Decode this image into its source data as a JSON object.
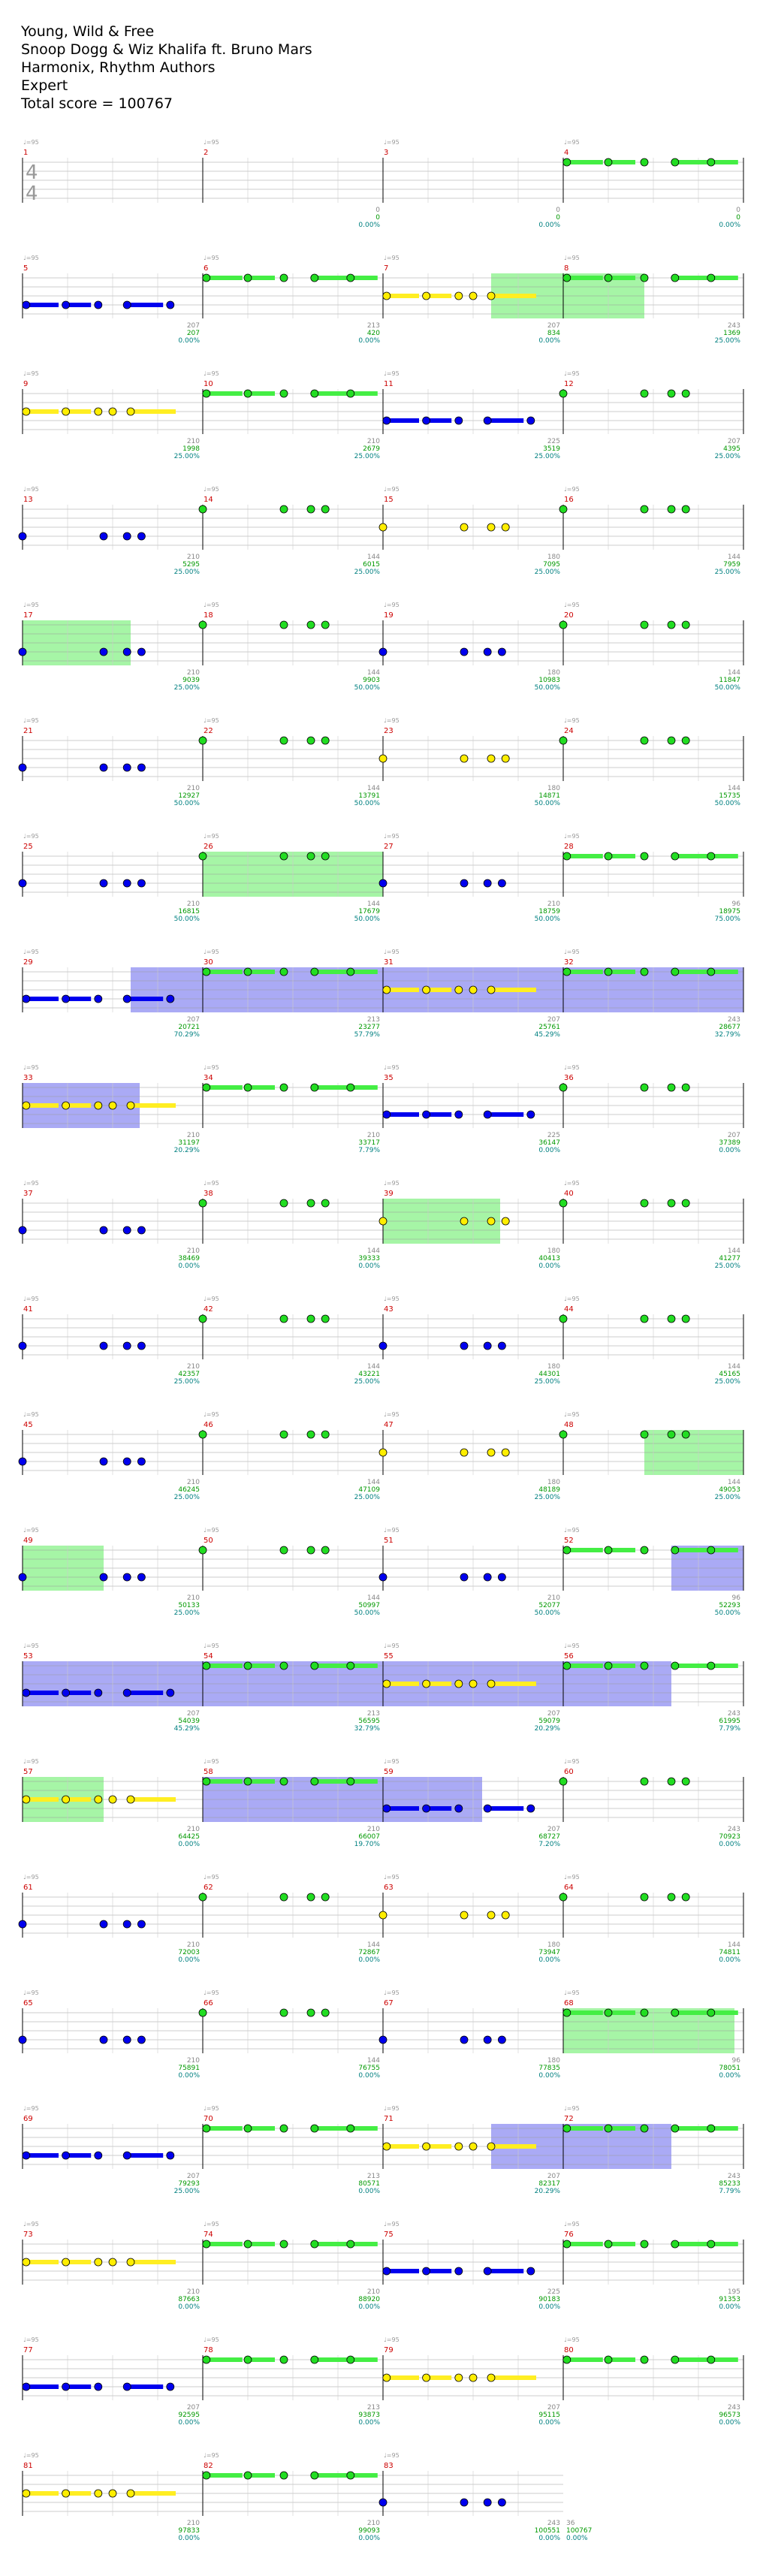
{
  "song": {
    "title": "Young, Wild & Free",
    "artist": "Snoop Dogg & Wiz Khalifa ft. Bruno Mars",
    "charter": "Harmonix, Rhythm Authors",
    "difficulty": "Expert",
    "total_score_label": "Total score = 100767"
  },
  "time_signature": {
    "top": "4",
    "bottom": "4"
  },
  "tempo_label": "♩=95",
  "colors": {
    "green": "#22dd22",
    "green_sustain": "#44ee44",
    "yellow": "#ffee00",
    "yellow_sustain": "#ffee22",
    "blue": "#0000ee",
    "orange": "#ff9900",
    "measure_number": "#cc0000",
    "score_text": "#000000",
    "percent_text": "#008080",
    "overdrive_fill": "#a6f5a6",
    "solo_fill": "#aaaaf5",
    "staff_line": "#999999"
  },
  "measures": [
    {
      "n": "1",
      "bpm": "",
      "score": "",
      "pct": ""
    },
    {
      "n": "2",
      "bpm": "0",
      "score": "0",
      "pct": "0.00%"
    },
    {
      "n": "3",
      "bpm": "0",
      "score": "0",
      "pct": "0.00%"
    },
    {
      "n": "4",
      "bpm": "0",
      "score": "0",
      "pct": "0.00%"
    },
    {
      "n": "5",
      "bpm": "207",
      "score": "207",
      "pct": "0.00%"
    },
    {
      "n": "6",
      "bpm": "213",
      "score": "420",
      "pct": "0.00%"
    },
    {
      "n": "7",
      "bpm": "207",
      "score": "834",
      "pct": "0.00%"
    },
    {
      "n": "8",
      "bpm": "243",
      "score": "1369",
      "pct": "25.00%"
    },
    {
      "n": "9",
      "bpm": "210",
      "score": "1998",
      "pct": "25.00%"
    },
    {
      "n": "10",
      "bpm": "210",
      "score": "2679",
      "pct": "25.00%"
    },
    {
      "n": "11",
      "bpm": "225",
      "score": "3519",
      "pct": "25.00%"
    },
    {
      "n": "12",
      "bpm": "207",
      "score": "4395",
      "pct": "25.00%"
    },
    {
      "n": "13",
      "bpm": "210",
      "score": "5295",
      "pct": "25.00%"
    },
    {
      "n": "14",
      "bpm": "144",
      "score": "6015",
      "pct": "25.00%"
    },
    {
      "n": "15",
      "bpm": "180",
      "score": "7095",
      "pct": "25.00%"
    },
    {
      "n": "16",
      "bpm": "144",
      "score": "7959",
      "pct": "25.00%"
    },
    {
      "n": "17",
      "bpm": "210",
      "score": "9039",
      "pct": "25.00%"
    },
    {
      "n": "18",
      "bpm": "144",
      "score": "9903",
      "pct": "50.00%"
    },
    {
      "n": "19",
      "bpm": "180",
      "score": "10983",
      "pct": "50.00%"
    },
    {
      "n": "20",
      "bpm": "144",
      "score": "11847",
      "pct": "50.00%"
    },
    {
      "n": "21",
      "bpm": "210",
      "score": "12927",
      "pct": "50.00%"
    },
    {
      "n": "22",
      "bpm": "144",
      "score": "13791",
      "pct": "50.00%"
    },
    {
      "n": "23",
      "bpm": "180",
      "score": "14871",
      "pct": "50.00%"
    },
    {
      "n": "24",
      "bpm": "144",
      "score": "15735",
      "pct": "50.00%"
    },
    {
      "n": "25",
      "bpm": "210",
      "score": "16815",
      "pct": "50.00%"
    },
    {
      "n": "26",
      "bpm": "144",
      "score": "17679",
      "pct": "50.00%"
    },
    {
      "n": "27",
      "bpm": "210",
      "score": "18759",
      "pct": "50.00%"
    },
    {
      "n": "28",
      "bpm": "96",
      "score": "18975",
      "pct": "75.00%"
    },
    {
      "n": "29",
      "bpm": "207",
      "score": "20721",
      "pct": "70.29%"
    },
    {
      "n": "30",
      "bpm": "213",
      "score": "23277",
      "pct": "57.79%"
    },
    {
      "n": "31",
      "bpm": "207",
      "score": "25761",
      "pct": "45.29%"
    },
    {
      "n": "32",
      "bpm": "243",
      "score": "28677",
      "pct": "32.79%"
    },
    {
      "n": "33",
      "bpm": "210",
      "score": "31197",
      "pct": "20.29%"
    },
    {
      "n": "34",
      "bpm": "210",
      "score": "33717",
      "pct": "7.79%"
    },
    {
      "n": "35",
      "bpm": "225",
      "score": "36147",
      "pct": "0.00%"
    },
    {
      "n": "36",
      "bpm": "207",
      "score": "37389",
      "pct": "0.00%"
    },
    {
      "n": "37",
      "bpm": "210",
      "score": "38469",
      "pct": "0.00%"
    },
    {
      "n": "38",
      "bpm": "144",
      "score": "39333",
      "pct": "0.00%"
    },
    {
      "n": "39",
      "bpm": "180",
      "score": "40413",
      "pct": "0.00%"
    },
    {
      "n": "40",
      "bpm": "144",
      "score": "41277",
      "pct": "25.00%"
    },
    {
      "n": "41",
      "bpm": "210",
      "score": "42357",
      "pct": "25.00%"
    },
    {
      "n": "42",
      "bpm": "144",
      "score": "43221",
      "pct": "25.00%"
    },
    {
      "n": "43",
      "bpm": "180",
      "score": "44301",
      "pct": "25.00%"
    },
    {
      "n": "44",
      "bpm": "144",
      "score": "45165",
      "pct": "25.00%"
    },
    {
      "n": "45",
      "bpm": "210",
      "score": "46245",
      "pct": "25.00%"
    },
    {
      "n": "46",
      "bpm": "144",
      "score": "47109",
      "pct": "25.00%"
    },
    {
      "n": "47",
      "bpm": "180",
      "score": "48189",
      "pct": "25.00%"
    },
    {
      "n": "48",
      "bpm": "144",
      "score": "49053",
      "pct": "25.00%"
    },
    {
      "n": "49",
      "bpm": "210",
      "score": "50133",
      "pct": "25.00%"
    },
    {
      "n": "50",
      "bpm": "144",
      "score": "50997",
      "pct": "50.00%"
    },
    {
      "n": "51",
      "bpm": "210",
      "score": "52077",
      "pct": "50.00%"
    },
    {
      "n": "52",
      "bpm": "96",
      "score": "52293",
      "pct": "50.00%"
    },
    {
      "n": "53",
      "bpm": "207",
      "score": "54039",
      "pct": "45.29%"
    },
    {
      "n": "54",
      "bpm": "213",
      "score": "56595",
      "pct": "32.79%"
    },
    {
      "n": "55",
      "bpm": "207",
      "score": "59079",
      "pct": "20.29%"
    },
    {
      "n": "56",
      "bpm": "243",
      "score": "61995",
      "pct": "7.79%"
    },
    {
      "n": "57",
      "bpm": "210",
      "score": "64425",
      "pct": "0.00%"
    },
    {
      "n": "58",
      "bpm": "210",
      "score": "66007",
      "pct": "19.70%"
    },
    {
      "n": "59",
      "bpm": "207",
      "score": "68727",
      "pct": "7.20%"
    },
    {
      "n": "60",
      "bpm": "243",
      "score": "70923",
      "pct": "0.00%"
    },
    {
      "n": "61",
      "bpm": "210",
      "score": "72003",
      "pct": "0.00%"
    },
    {
      "n": "62",
      "bpm": "144",
      "score": "72867",
      "pct": "0.00%"
    },
    {
      "n": "63",
      "bpm": "180",
      "score": "73947",
      "pct": "0.00%"
    },
    {
      "n": "64",
      "bpm": "144",
      "score": "74811",
      "pct": "0.00%"
    },
    {
      "n": "65",
      "bpm": "210",
      "score": "75891",
      "pct": "0.00%"
    },
    {
      "n": "66",
      "bpm": "144",
      "score": "76755",
      "pct": "0.00%"
    },
    {
      "n": "67",
      "bpm": "180",
      "score": "77835",
      "pct": "0.00%"
    },
    {
      "n": "68",
      "bpm": "96",
      "score": "78051",
      "pct": "0.00%"
    },
    {
      "n": "69",
      "bpm": "207",
      "score": "79293",
      "pct": "25.00%"
    },
    {
      "n": "70",
      "bpm": "213",
      "score": "80571",
      "pct": "0.00%"
    },
    {
      "n": "71",
      "bpm": "207",
      "score": "82317",
      "pct": "20.29%"
    },
    {
      "n": "72",
      "bpm": "243",
      "score": "85233",
      "pct": "7.79%"
    },
    {
      "n": "73",
      "bpm": "210",
      "score": "87663",
      "pct": "0.00%"
    },
    {
      "n": "74",
      "bpm": "210",
      "score": "88920",
      "pct": "0.00%"
    },
    {
      "n": "75",
      "bpm": "225",
      "score": "90183",
      "pct": "0.00%"
    },
    {
      "n": "76",
      "bpm": "195",
      "score": "91353",
      "pct": "0.00%"
    },
    {
      "n": "77",
      "bpm": "207",
      "score": "92595",
      "pct": "0.00%"
    },
    {
      "n": "78",
      "bpm": "213",
      "score": "93873",
      "pct": "0.00%"
    },
    {
      "n": "79",
      "bpm": "207",
      "score": "95115",
      "pct": "0.00%"
    },
    {
      "n": "80",
      "bpm": "243",
      "score": "96573",
      "pct": "0.00%"
    },
    {
      "n": "81",
      "bpm": "210",
      "score": "97833",
      "pct": "0.00%"
    },
    {
      "n": "82",
      "bpm": "210",
      "score": "99093",
      "pct": "0.00%"
    },
    {
      "n": "83",
      "bpm": "243",
      "score": "100551",
      "pct": "0.00%"
    },
    {
      "n": "",
      "bpm": "36",
      "score": "100767",
      "pct": "0.00%"
    }
  ]
}
